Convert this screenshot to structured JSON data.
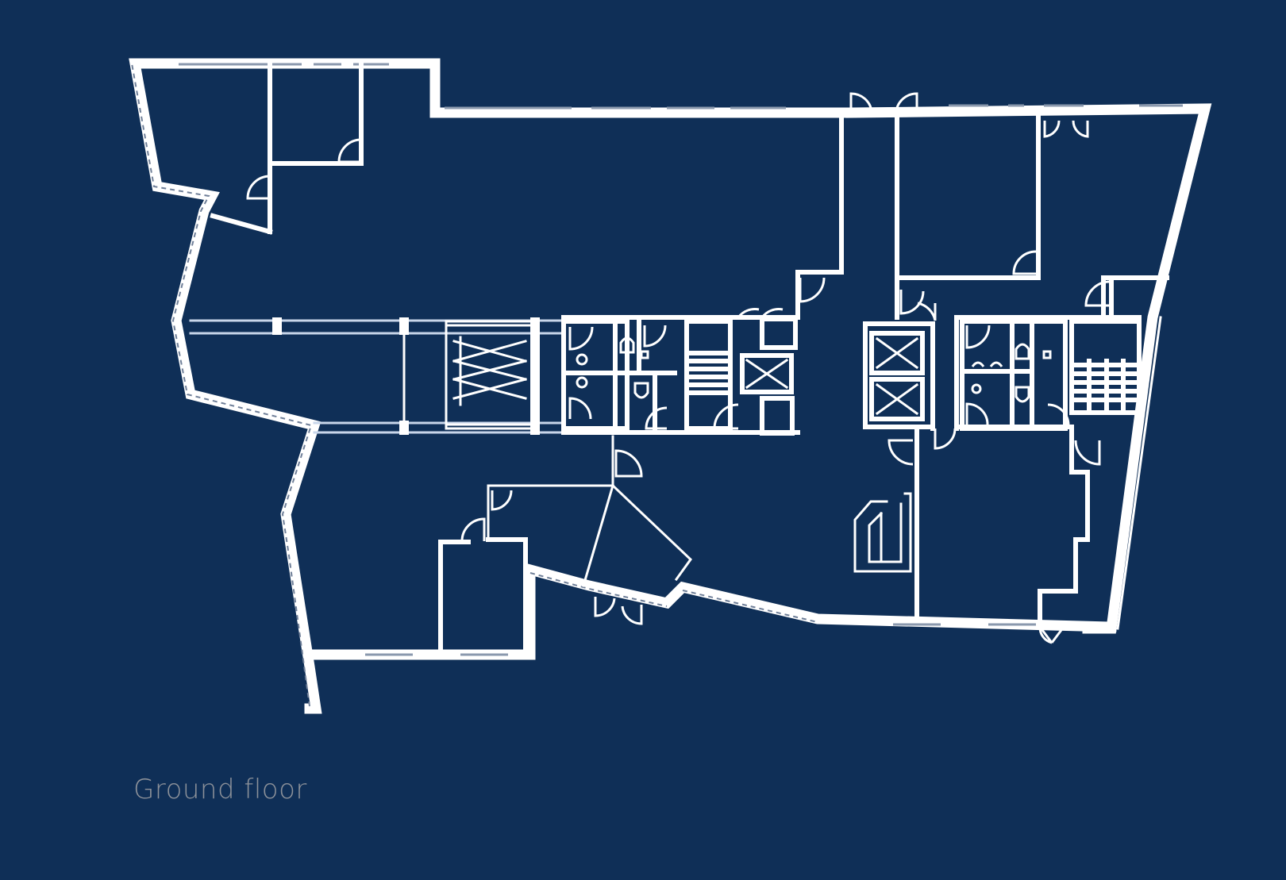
{
  "page": {
    "background_color": "#0f2f57",
    "line_color": "#ffffff",
    "label_color": "#8d929a"
  },
  "plan": {
    "title": "Ground floor",
    "type": "architectural floor plan",
    "features": {
      "lifts": 3,
      "stairwells": 2,
      "toilet_cores": 2,
      "reception_desk": 1
    }
  }
}
